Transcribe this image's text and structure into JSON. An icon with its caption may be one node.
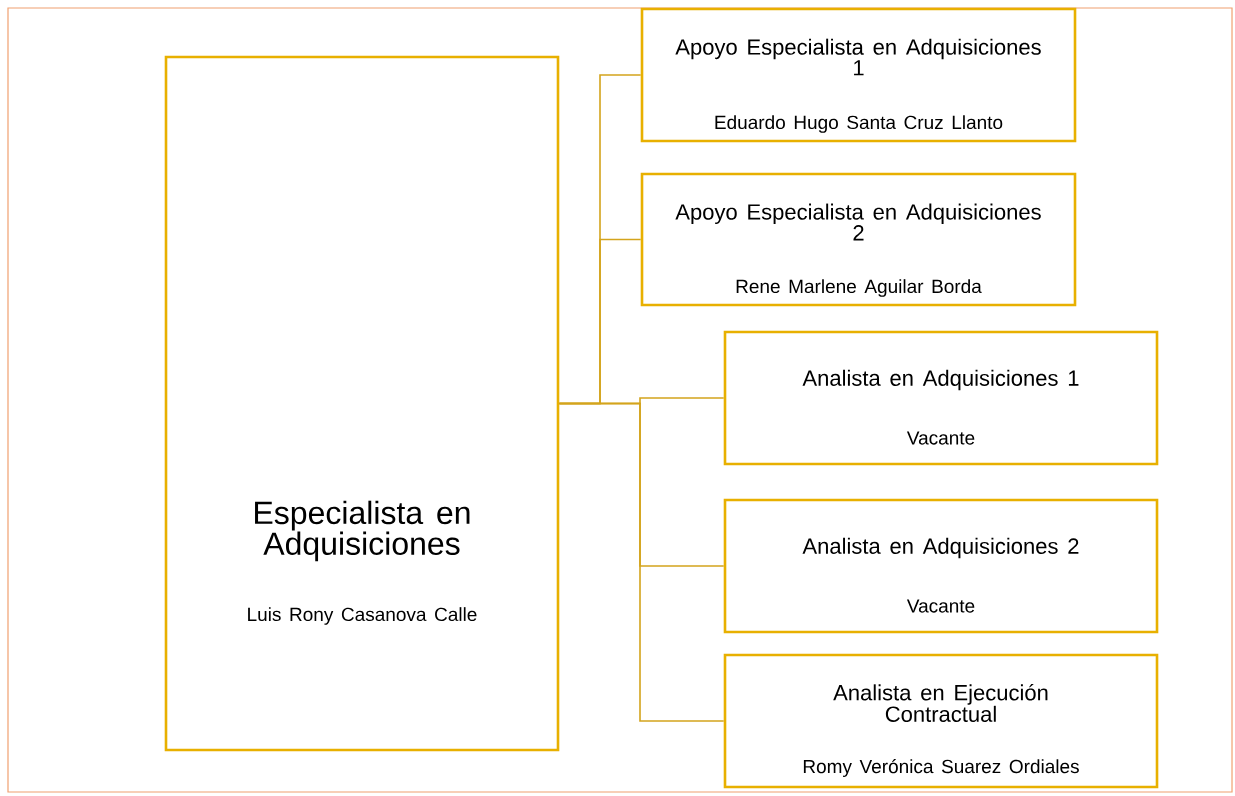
{
  "diagram": {
    "nodes": [
      {
        "text": [
          "Especialista en Adquisiciones",
          "Luis Rony Casanova Calle"
        ]
      },
      {
        "text": [
          "Apoyo Especialista en Adquisiciones 1",
          "Eduardo Hugo Santa Cruz Llanto"
        ]
      },
      {
        "text": [
          "Apoyo Especialista en Adquisiciones 2",
          "Rene Marlene Aguilar Borda"
        ]
      },
      {
        "text": [
          "Analista en Adquisiciones 1",
          "Vacante"
        ]
      },
      {
        "text": [
          "Analista en Adquisiciones 2",
          "Vacante"
        ]
      },
      {
        "text": [
          "Analista en Ejecución Contractual",
          "Romy Verónica Suarez Ordiales"
        ]
      }
    ],
    "edges": [
      {
        "from": 0,
        "to": 1,
        "arrow": "none"
      },
      {
        "from": 0,
        "to": 2,
        "arrow": "none"
      },
      {
        "from": 0,
        "to": 3,
        "arrow": "none"
      },
      {
        "from": 0,
        "to": 4,
        "arrow": "none"
      },
      {
        "from": 0,
        "to": 5,
        "arrow": "none"
      }
    ]
  }
}
